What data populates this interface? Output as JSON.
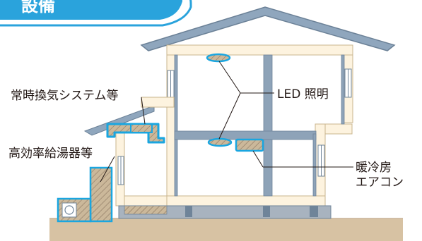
{
  "header": {
    "title": "設備"
  },
  "labels": {
    "ventilation": "常時換気システム等",
    "led": "LED 照明",
    "water_heater": "高効率給湯器等",
    "aircon_line1": "暖冷房",
    "aircon_line2": "エアコン"
  },
  "colors": {
    "highlight": "#1aa6e0",
    "wall_fill": "#fdf3df",
    "frame": "#8ea3b8",
    "roof": "#8fa6bd",
    "ground": "#d7c2a3",
    "title_bg": "#2aa3dc"
  }
}
